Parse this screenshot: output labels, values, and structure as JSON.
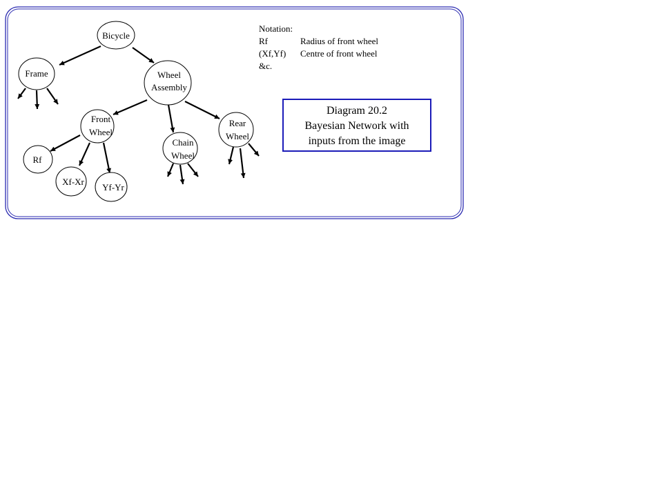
{
  "nodes": {
    "bicycle": [
      "Bicycle"
    ],
    "frame": [
      "Frame"
    ],
    "wheel_assembly": [
      "Wheel",
      "Assembly"
    ],
    "front_wheel": [
      "Front",
      "Wheel"
    ],
    "chain_wheel": [
      "Chain",
      "Wheel"
    ],
    "rear_wheel": [
      "Rear",
      "Wheel"
    ],
    "rf": [
      "Rf"
    ],
    "xf_xr": [
      "Xf-Xr"
    ],
    "yf_yr": [
      "Yf-Yr"
    ]
  },
  "notation": {
    "title": "Notation:",
    "rows": [
      {
        "key": "Rf",
        "value": "Radius of front wheel"
      },
      {
        "key": "(Xf,Yf)",
        "value": "Centre of front wheel"
      }
    ],
    "etc": "&c."
  },
  "caption": {
    "line1": "Diagram 20.2",
    "line2": "Bayesian Network with",
    "line3": "inputs from the image"
  },
  "colors": {
    "frame_border": "#2a2ab0",
    "caption_border": "#1a1ab8"
  }
}
